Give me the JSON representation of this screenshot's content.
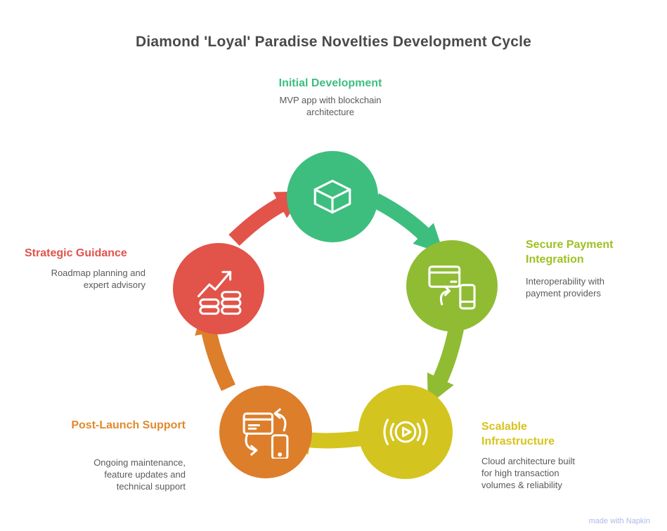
{
  "title": "Diamond 'Loyal' Paradise Novelties Development Cycle",
  "title_color": "#4a4a4a",
  "stages": [
    {
      "id": "initial-development",
      "label": "Initial Development",
      "label_color": "#3dbe7e",
      "color": "#3dbe7e",
      "icon": "cube-icon",
      "description_lines": [
        "MVP app with blockchain",
        "architecture"
      ]
    },
    {
      "id": "secure-payment-integration",
      "label": "Secure Payment Integration",
      "label_color": "#9cc122",
      "color": "#8fbc33",
      "icon": "card-phone-payment-icon",
      "description_lines": [
        "Interoperability with",
        "payment providers"
      ]
    },
    {
      "id": "scalable-infrastructure",
      "label": "Scalable Infrastructure",
      "label_color": "#d8c31b",
      "color": "#d4c41f",
      "icon": "broadcast-play-icon",
      "description_lines": [
        "Cloud architecture built",
        "for high transaction",
        "volumes & reliability"
      ]
    },
    {
      "id": "post-launch-support",
      "label": "Post-Launch Support",
      "label_color": "#e08a2e",
      "color": "#dd7e2b",
      "icon": "card-phone-sync-icon",
      "description_lines": [
        "Ongoing maintenance,",
        "feature updates and",
        "technical support"
      ]
    },
    {
      "id": "strategic-guidance",
      "label": "Strategic Guidance",
      "label_color": "#e2524c",
      "color": "#e25349",
      "icon": "growth-chart-coins-icon",
      "description_lines": [
        "Roadmap planning and",
        "expert advisory"
      ]
    }
  ],
  "watermark": "made with Napkin"
}
